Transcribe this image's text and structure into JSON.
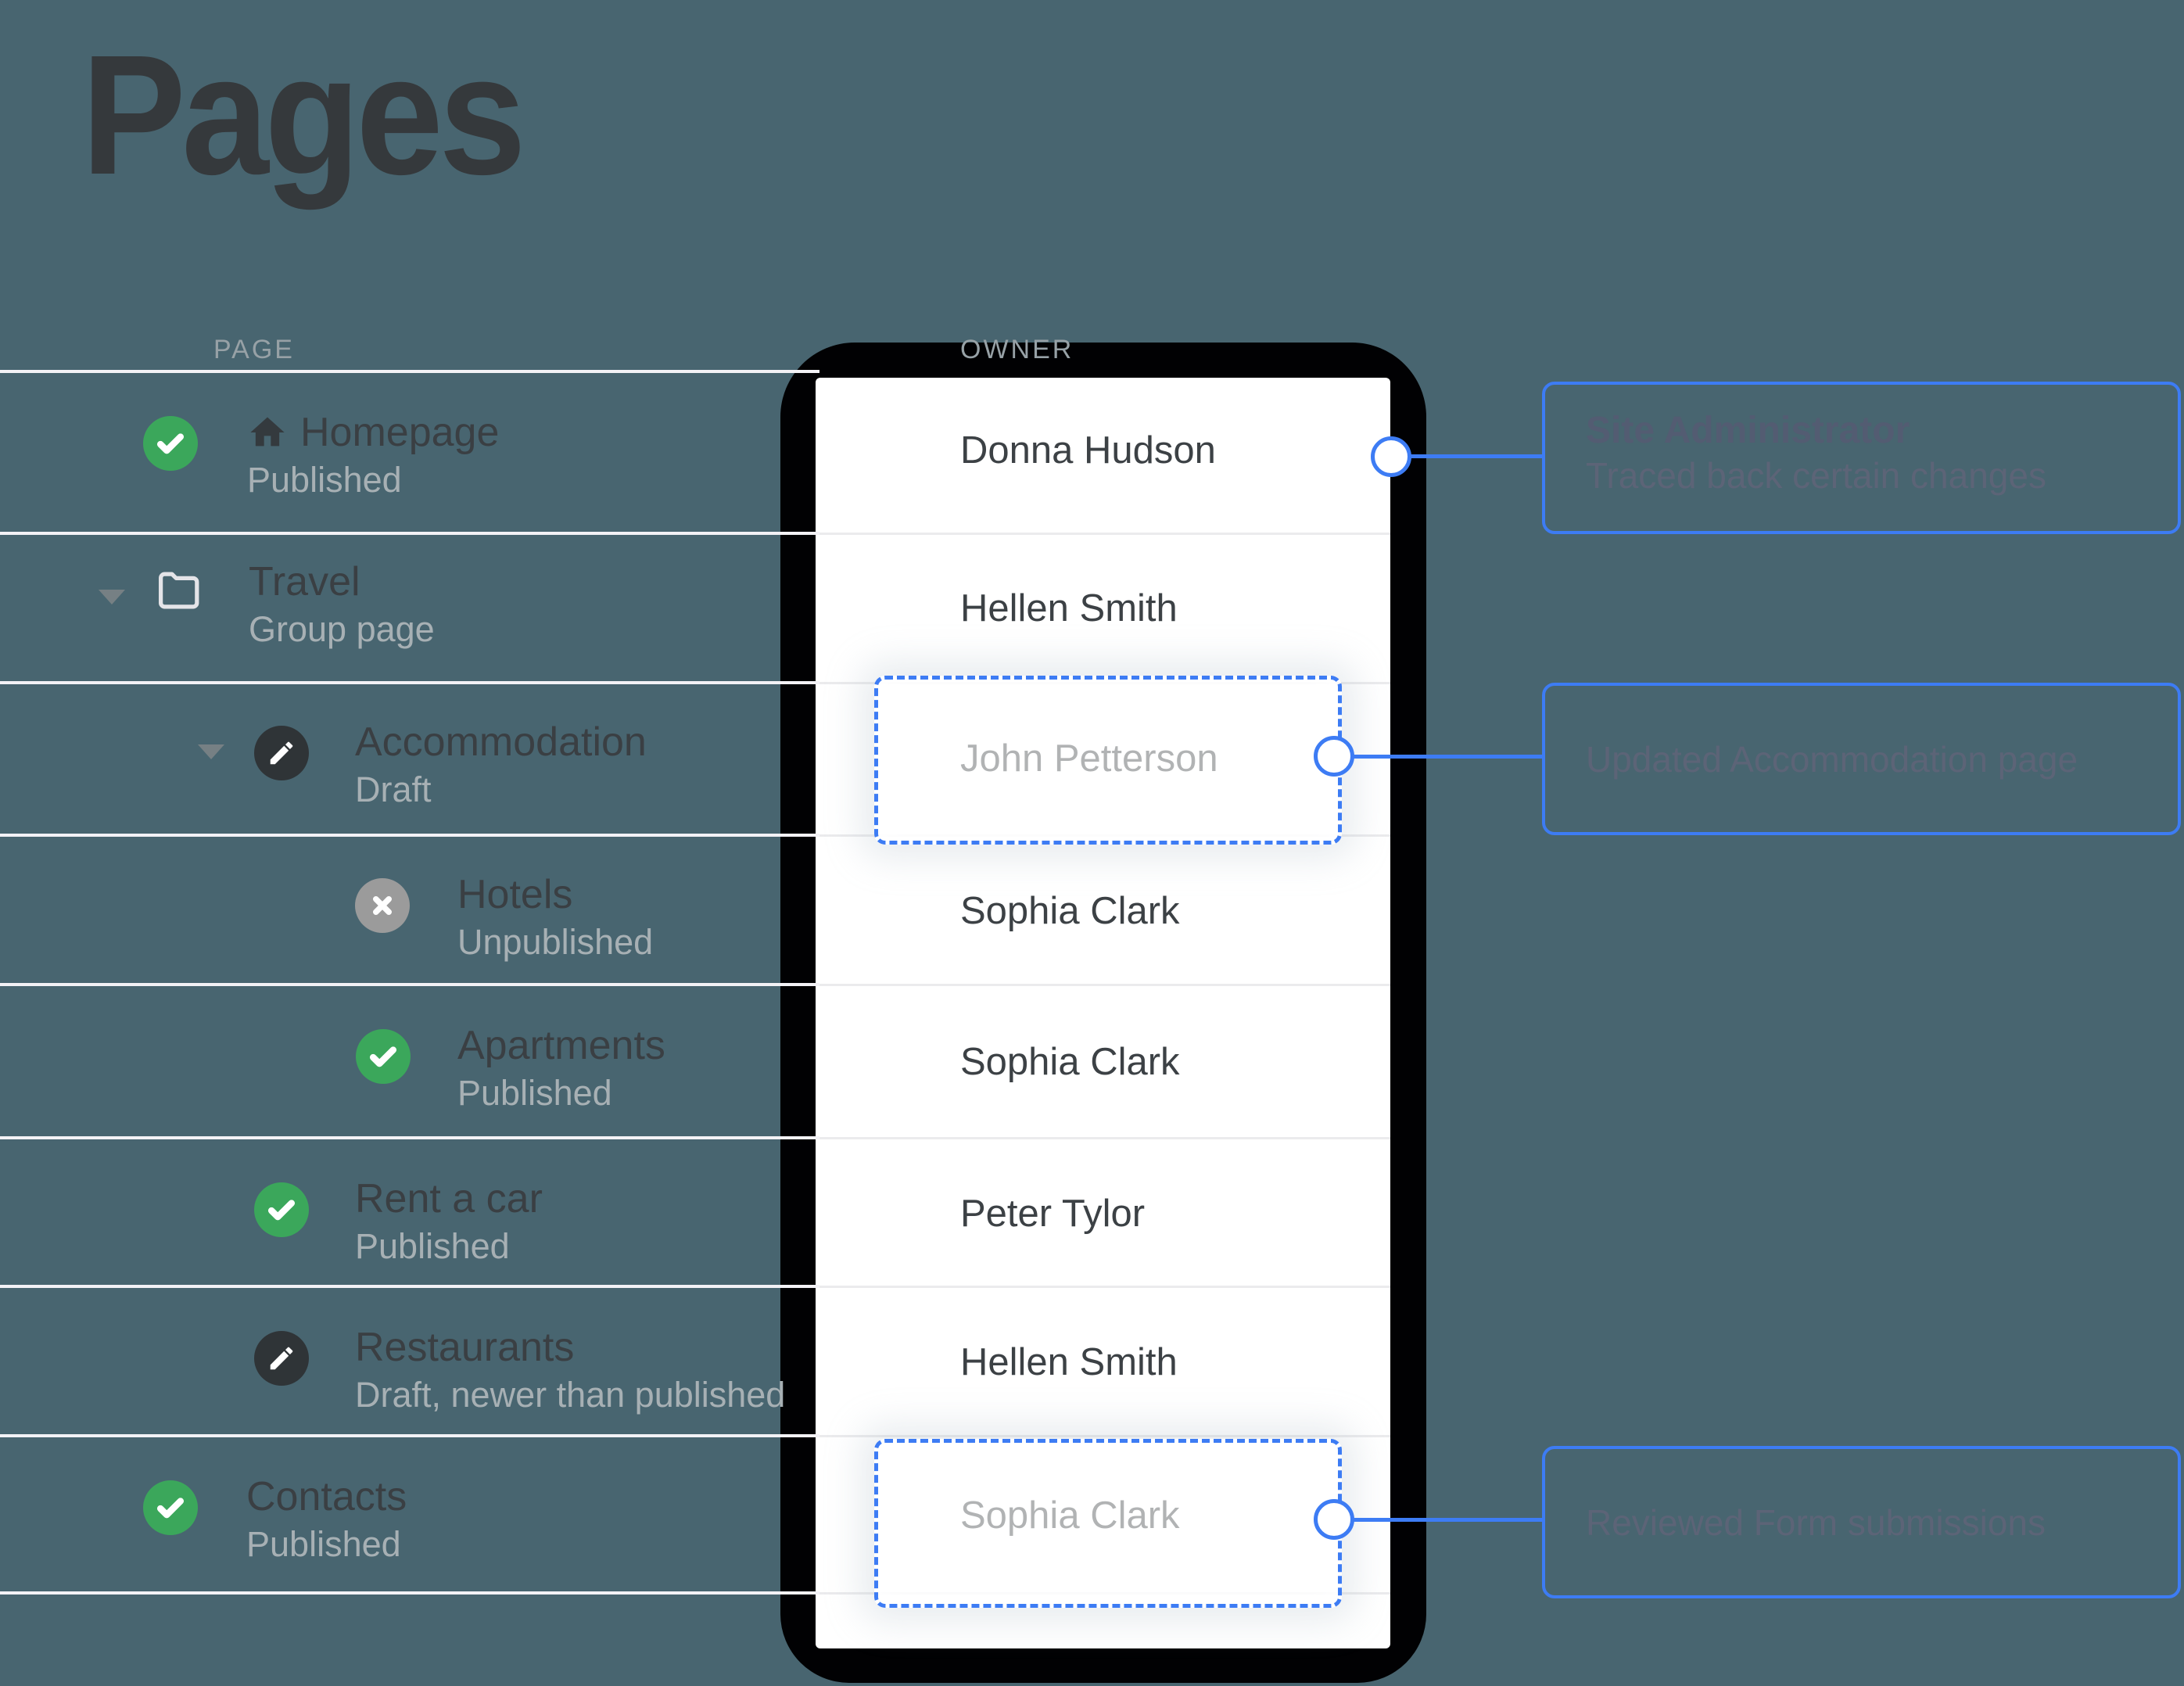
{
  "page_title": "Pages",
  "table": {
    "columns": {
      "page": "PAGE",
      "owner": "OWNER"
    },
    "rows": [
      {
        "title": "Homepage",
        "status": "Published",
        "icon": "published-check",
        "leading": "home-icon",
        "level": 1
      },
      {
        "title": "Travel",
        "status": "Group page",
        "icon": "folder",
        "expanded": true,
        "level": 1
      },
      {
        "title": "Accommodation",
        "status": "Draft",
        "icon": "draft-pencil",
        "expanded": true,
        "level": 2
      },
      {
        "title": "Hotels",
        "status": "Unpublished",
        "icon": "unpublished-x",
        "level": 3
      },
      {
        "title": "Apartments",
        "status": "Published",
        "icon": "published-check",
        "level": 3
      },
      {
        "title": "Rent a car",
        "status": "Published",
        "icon": "published-check",
        "level": 2
      },
      {
        "title": "Restaurants",
        "status": "Draft, newer than published",
        "icon": "draft-pencil",
        "level": 2
      },
      {
        "title": "Contacts",
        "status": "Published",
        "icon": "published-check",
        "level": 1
      }
    ]
  },
  "phone": {
    "owners": [
      "Donna Hudson",
      "Hellen Smith",
      "John Petterson",
      "Sophia Clark",
      "Sophia Clark",
      "Peter Tylor",
      "Hellen Smith",
      "Sophia Clark"
    ],
    "highlighted_owner_rows": [
      3,
      8
    ]
  },
  "callouts": [
    {
      "title": "Site Administrator",
      "description": "Traced back certain changes"
    },
    {
      "title": "",
      "description": "Updated Accommodation page"
    },
    {
      "title": "",
      "description": "Reviewed Form submissions"
    }
  ],
  "colors": {
    "background": "#486570",
    "accent_blue": "#3D7CF4",
    "published_green": "#3BA75B",
    "draft_dark": "#2F3437",
    "unpublished_gray": "#9B9B9B",
    "phone_black": "#010103",
    "screen_white": "#FFFFFF"
  }
}
